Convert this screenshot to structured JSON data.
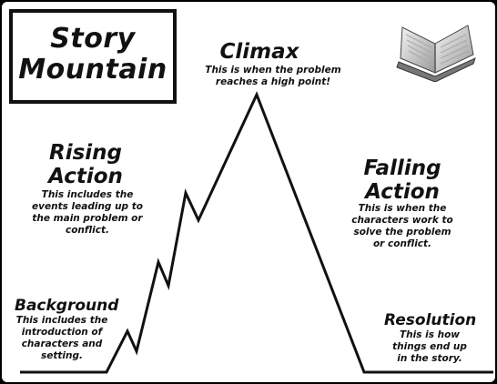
{
  "title": {
    "line1": "Story",
    "line2": "Mountain"
  },
  "climax": {
    "heading": "Climax",
    "desc_line1": "This is when the problem",
    "desc_line2": "reaches a high point!"
  },
  "rising": {
    "heading_line1": "Rising",
    "heading_line2": "Action",
    "desc_lines": [
      "This includes the",
      "events leading up to",
      "the main problem or",
      "conflict."
    ]
  },
  "falling": {
    "heading_line1": "Falling",
    "heading_line2": "Action",
    "desc_lines": [
      "This is when the",
      "characters work to",
      "solve the problem",
      "or conflict."
    ]
  },
  "background": {
    "heading": "Background",
    "desc_lines": [
      "This includes the",
      "introduction of",
      "characters and",
      "setting."
    ]
  },
  "resolution": {
    "heading": "Resolution",
    "desc_lines": [
      "This is how",
      "things end up",
      "in the story."
    ]
  },
  "icons": {
    "book": "open-book-icon"
  },
  "colors": {
    "ink": "#111111",
    "paper": "#ffffff",
    "frame": "#000000"
  }
}
